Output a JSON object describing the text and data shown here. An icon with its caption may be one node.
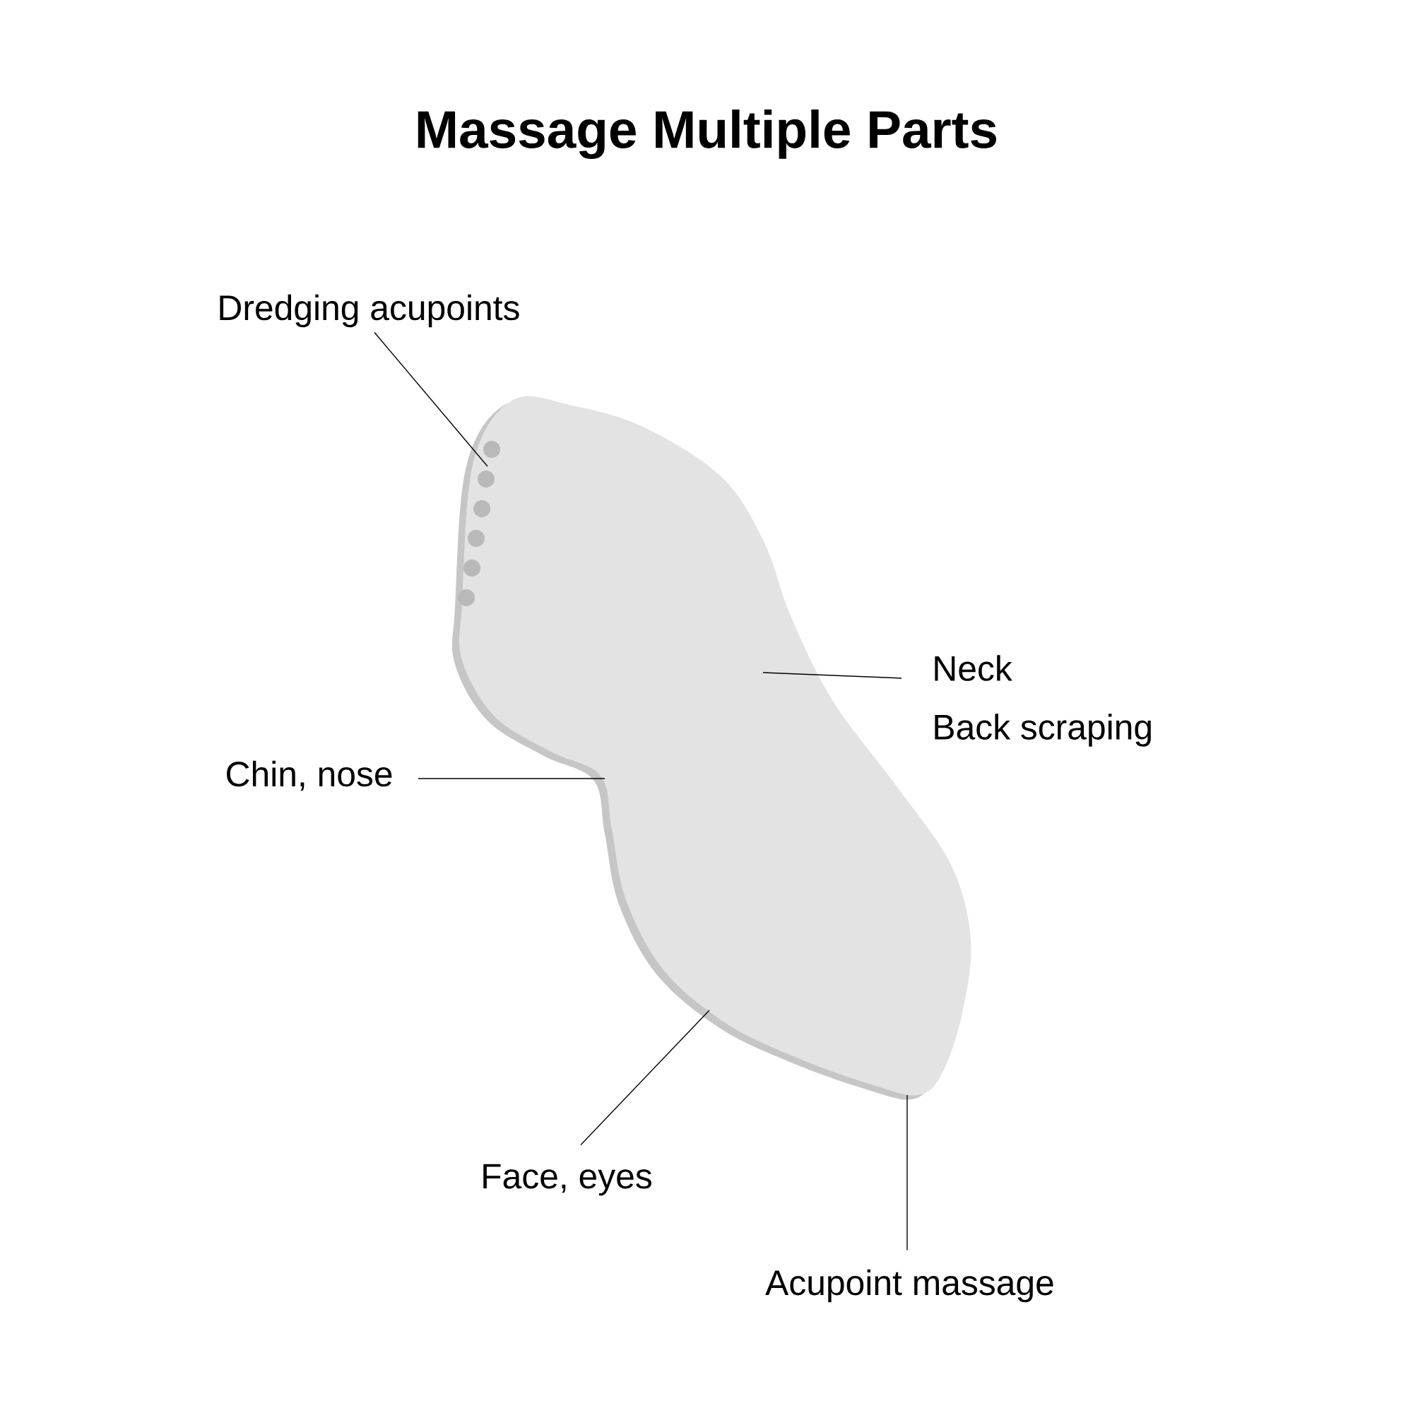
{
  "diagram": {
    "title": "Massage Multiple Parts",
    "nodes": [
      {
        "text": [
          "Dredging acupoints"
        ]
      },
      {
        "text": [
          "Neck",
          "Back scraping"
        ]
      },
      {
        "text": [
          "Chin, nose"
        ]
      },
      {
        "text": [
          "Face, eyes"
        ]
      },
      {
        "text": [
          "Acupoint massage"
        ]
      }
    ],
    "edges": [
      {
        "from": 0,
        "to": null,
        "arrow": "none"
      },
      {
        "from": 1,
        "to": null,
        "arrow": "none"
      },
      {
        "from": 2,
        "to": null,
        "arrow": "none"
      },
      {
        "from": 3,
        "to": null,
        "arrow": "none"
      },
      {
        "from": 4,
        "to": null,
        "arrow": "none"
      }
    ]
  }
}
